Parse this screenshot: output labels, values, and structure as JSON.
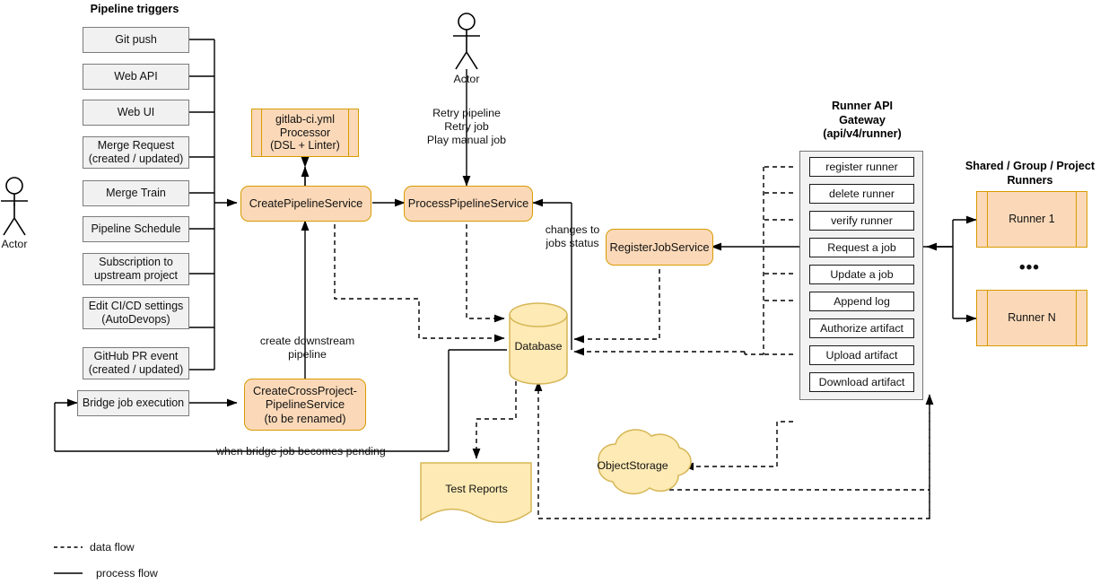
{
  "diagram": {
    "title_pipeline_triggers": "Pipeline triggers",
    "title_runner_api": "Runner API\nGateway\n(api/v4/runner)",
    "title_runner_api_l1": "Runner API",
    "title_runner_api_l2": "Gateway",
    "title_runner_api_l3": "(api/v4/runner)",
    "title_runners_l1": "Shared / Group / Project",
    "title_runners_l2": "Runners"
  },
  "triggers": [
    {
      "label": "Git push"
    },
    {
      "label": "Web API"
    },
    {
      "label": "Web UI"
    },
    {
      "label": "Merge Request\n(created / updated)",
      "l1": "Merge Request",
      "l2": "(created / updated)"
    },
    {
      "label": "Merge Train"
    },
    {
      "label": "Pipeline Schedule"
    },
    {
      "label": "Subscription to\nupstream project",
      "l1": "Subscription to",
      "l2": "upstream project"
    },
    {
      "label": "Edit CI/CD settings\n(AutoDevops)",
      "l1": "Edit CI/CD settings",
      "l2": "(AutoDevops)"
    },
    {
      "label": "GitHub PR event\n(created / updated)",
      "l1": "GitHub PR event",
      "l2": "(created / updated)"
    }
  ],
  "bridge_trigger": {
    "label": "Bridge job execution"
  },
  "actors": [
    {
      "name": "Actor"
    },
    {
      "name": "Actor"
    }
  ],
  "services": {
    "yml_processor": {
      "l1": "gitlab-ci.yml",
      "l2": "Processor",
      "l3": "(DSL + Linter)"
    },
    "create_pipeline": {
      "label": "CreatePipelineService"
    },
    "process_pipeline": {
      "label": "ProcessPipelineService"
    },
    "register_job": {
      "label": "RegisterJobService"
    },
    "cross_project": {
      "l1": "CreateCrossProject-",
      "l2": "PipelineService",
      "l3": "(to be renamed)"
    }
  },
  "stores": {
    "database": {
      "label": "Database"
    },
    "test_reports": {
      "label": "Test Reports"
    },
    "object_storage": {
      "label": "ObjectStorage"
    }
  },
  "gateway_items": [
    {
      "label": "register runner"
    },
    {
      "label": "delete runner"
    },
    {
      "label": "verify runner"
    },
    {
      "label": "Request a job"
    },
    {
      "label": "Update a job"
    },
    {
      "label": "Append log"
    },
    {
      "label": "Authorize artifact"
    },
    {
      "label": "Upload artifact"
    },
    {
      "label": "Download artifact"
    }
  ],
  "runners": [
    {
      "label": "Runner 1"
    },
    {
      "label": "Runner N"
    }
  ],
  "runner_ellipsis": "•••",
  "edge_labels": {
    "retry": {
      "l1": "Retry pipeline",
      "l2": "Retry job",
      "l3": "Play manual job"
    },
    "changes_to_jobs_status": {
      "l1": "changes to",
      "l2": "jobs status"
    },
    "create_downstream": {
      "l1": "create downstream",
      "l2": "pipeline"
    },
    "bridge_pending": "when bridge job becomes pending"
  },
  "legend": [
    {
      "label": "data flow",
      "style": "dashed"
    },
    {
      "label": "process flow",
      "style": "solid"
    }
  ],
  "colors": {
    "service_fill": "#fbd9b8",
    "service_stroke": "#d79b00",
    "store_fill": "#fdeab4",
    "store_stroke": "#d6b656",
    "trigger_fill": "#f1f1f1",
    "trigger_stroke": "#7b7b7b",
    "panel_fill": "#f2f2f2",
    "line": "#000000"
  }
}
